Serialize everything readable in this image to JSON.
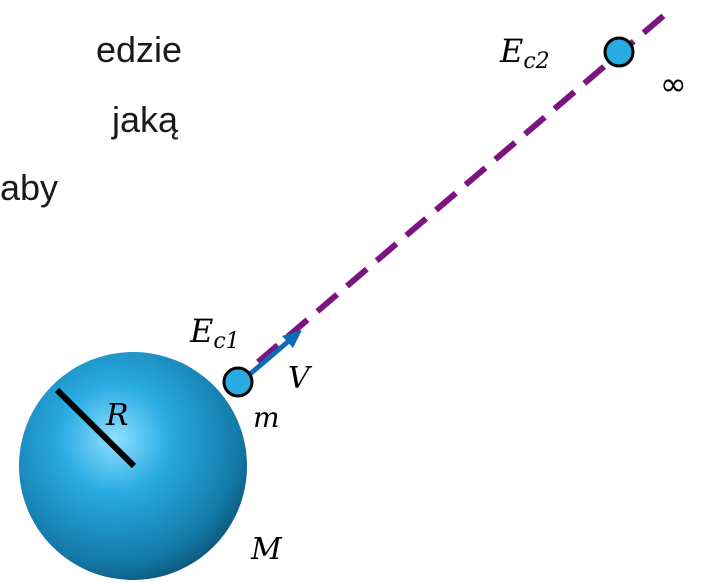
{
  "text_fragments": [
    "edzie",
    "jaką",
    "aby"
  ],
  "labels": {
    "energy_top_base": "E",
    "energy_top_sub": "c2",
    "infinity": "∞",
    "energy_bottom_base": "E",
    "energy_bottom_sub": "c1",
    "velocity": "V",
    "small_mass": "m",
    "radius": "R",
    "big_mass": "M"
  },
  "colors": {
    "planet": "#29abe2",
    "planet_dark": "#0a4f6e",
    "small_ball": "#29abe2",
    "path": "#7b1380",
    "velocity_arrow": "#0e6bb5",
    "radius_line": "#000000"
  }
}
